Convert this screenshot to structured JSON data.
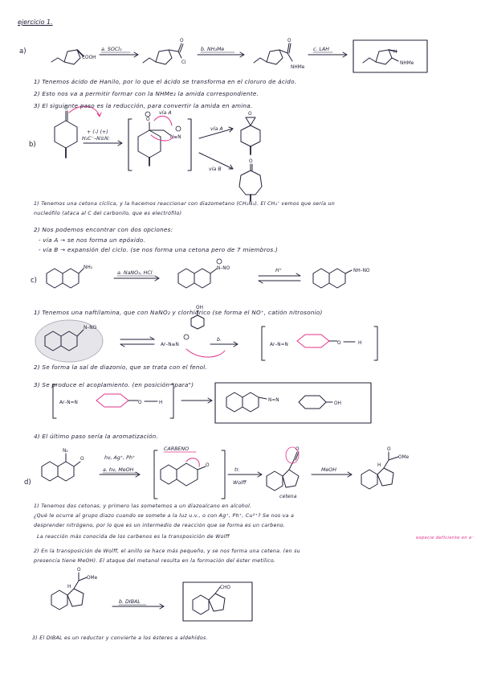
{
  "title": "ejercicio 1.",
  "sections": {
    "a": {
      "label": "a)",
      "reagent1": "a. SOCl₂",
      "reagent2": "b. NH₂Me",
      "reagent3": "c. LAH",
      "sub_cooh": "COOH",
      "sub_cl": "Cl",
      "sub_nhme": "NHMe",
      "sub_nhme2": "NHMe",
      "notes": [
        "1) Tenemos ácido de Hanilo, por lo que el ácido se transforma en el cloruro de ácido.",
        "2) Esto nos va a permitir formar con la NHMe₂ la amida correspondiente.",
        "3) El siguiente paso es la reducción, para convertir la amida en amina."
      ]
    },
    "b": {
      "label": "b)",
      "reagent": "H₂C⁻–N≡N:",
      "reagent_top": "+ (-) (+)",
      "via_a": "vía A",
      "via_b": "vía B",
      "notes": [
        "1) Tenemos una cetona cíclica, y la hacemos reaccionar con diazometano (CH₂N₂). El CH₂ᐨ   vemos que sería un",
        "nucleófilo (ataca al C del carbonilo, que es electrófilo)",
        "2) Nos podemos encontrar con dos opciones:",
        "- vía A → se nos forma un epóxido.",
        "- vía B → expansión del ciclo. (se nos forma una cetona pero de 7 miembros.)"
      ]
    },
    "c": {
      "label": "c)",
      "reagent": "a. NaNO₂, HCl",
      "h_plus": "H⁺",
      "nh2": "NH₂",
      "nno": "N–NO",
      "nh_no": "NH–NO",
      "ar_nn": "Ar–N≡N",
      "ar_nn2": "Ar–N=N",
      "b_label": "b.",
      "oh": "OH",
      "h": "H",
      "nn": "N=N",
      "notes": [
        "1) Tenemos una naftilamina, que con NaNO₂ y clorhídrico (se forma el NO⁺, catión nitrosonio)",
        "2) Se forma la sal de diazonio, que se trata con el fenol.",
        "3) Se produce el acoplamiento. (en posición \"para\")",
        "4) El último paso sería la aromatización."
      ]
    },
    "d": {
      "label": "d)",
      "reagent_top": "hν, Ag⁺, Ph⁺",
      "reagent": "a. hν, MeOH",
      "carbeno": "CARBENO",
      "tr": "tr.",
      "wolff": "Wolff",
      "cetena": "cetena",
      "meoh": "MeOH",
      "ome": "OMe",
      "cho": "CHO",
      "dibal": "b. DIBAL",
      "n2": "N₂",
      "notes": [
        "1) Tenemos dos cetonas, y primero las sometemos a un diazoalcano en alcohol.",
        "¿Qué le ocurre al grupo diazo cuando se somete a la luz u.v., o con Ag⁺, Ph⁺, Cu²⁺? Se nos va a",
        "desprender nitrógeno, por lo que es un intermedio de reacción que se forma es un carbeno.",
        "La reacción más conocida de los carbenos es la transposición de Wolff",
        "2) En la transposición de Wolff, el anillo se hace más pequeño, y se nos forma una cetena. (en su",
        "presencia tiene MeOH). El ataque del metanol resulta en la formación del éster metílico.",
        "3) El DIBAL es un reductor y convierte a los ésteres a aldehídos."
      ],
      "side_note": "especie deficiente en e⁻"
    }
  },
  "colors": {
    "ink": "#22223a",
    "accent": "#e2338a",
    "highlight": "#ffaad2"
  }
}
